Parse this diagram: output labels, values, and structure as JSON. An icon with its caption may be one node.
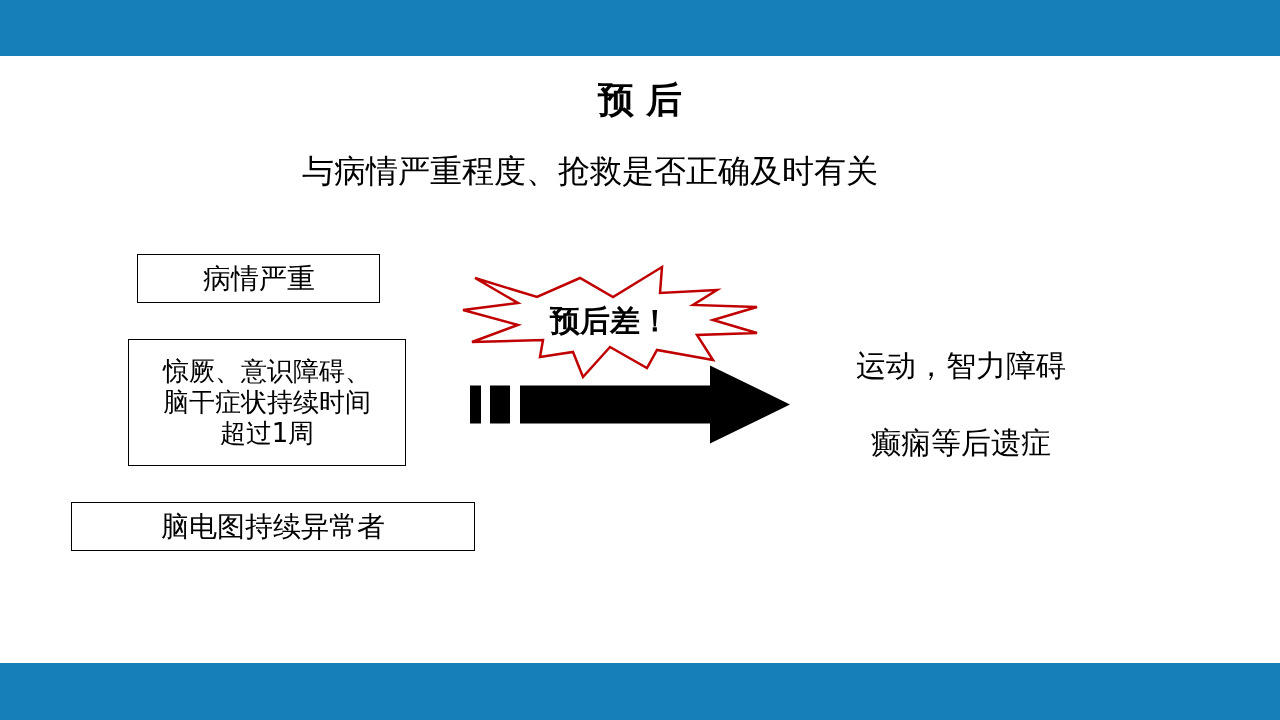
{
  "diagram": {
    "title": "预 后",
    "nodes": [
      {
        "text": [
          "病情严重"
        ]
      },
      {
        "text": [
          "惊厥、意识障碍、脑干症状持续时间超过1周"
        ]
      },
      {
        "text": [
          "脑电图持续异常者"
        ]
      },
      {
        "text": [
          "预后差！"
        ]
      },
      {
        "text": [
          "运动，智力障碍",
          "癫痫等后遗症"
        ]
      }
    ],
    "edges": [
      {
        "from": 1,
        "to": 4,
        "arrow": "to",
        "style": "thick"
      }
    ],
    "labels": [
      "与病情严重程度、抢救是否正确及时有关"
    ]
  }
}
